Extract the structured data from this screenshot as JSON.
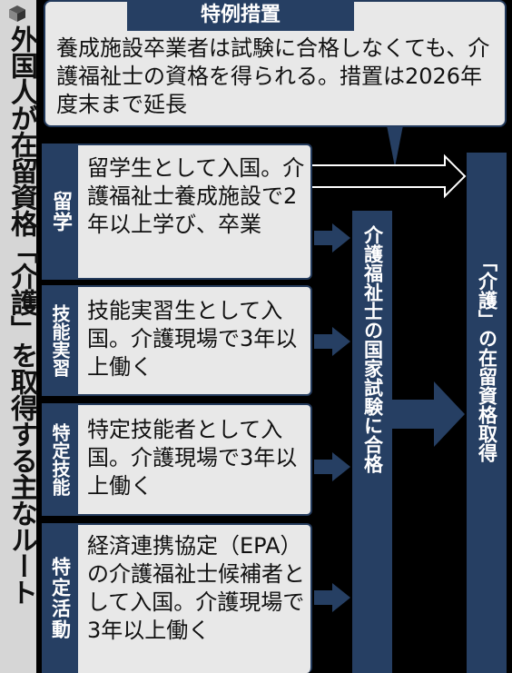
{
  "title": "外国人が在留資格「介護」を取得する主なルート",
  "special_measure": {
    "heading": "特例措置",
    "text": "養成施設卒業者は試験に合格しなくても、介護福祉士の資格を得られる。措置は2026年度末まで延長"
  },
  "routes": [
    {
      "label": "留学",
      "text": "留学生として入国。介護福祉士養成施設で2年以上学び、卒業"
    },
    {
      "label": "技能実習",
      "text": "技能実習生として入国。介護現場で3年以上働く"
    },
    {
      "label": "特定技能",
      "text": "特定技能者として入国。介護現場で3年以上働く"
    },
    {
      "label": "特定活動",
      "text": "経済連携協定（EPA）の介護福祉士候補者として入国。介護現場で3年以上働く"
    }
  ],
  "exam_bar": "介護福祉士の国家試験に合格",
  "result_bar": "「介護」の在留資格取得",
  "colors": {
    "navy": "#263f63",
    "box_bg": "#e8e8e8",
    "title_bg": "#d6d6d6"
  }
}
